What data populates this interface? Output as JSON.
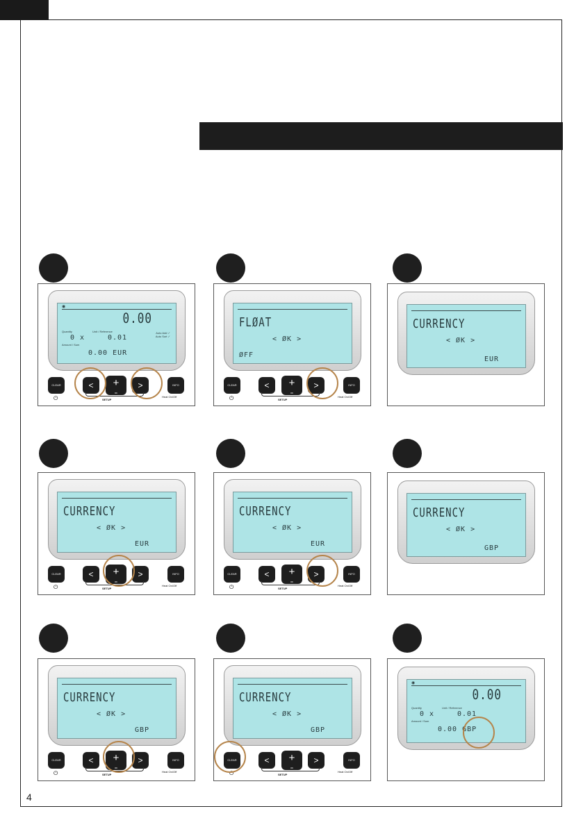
{
  "page": {
    "number": "4"
  },
  "keypad": {
    "clear": "CLEAR",
    "left": "<",
    "plus": "+",
    "ok": "OK",
    "right": ">",
    "info": "INFO",
    "setup": "SETUP",
    "heat": "Heat On/Off",
    "power_icon": "power-icon"
  },
  "lcd": {
    "quantity_label": "Quantity",
    "unit_label": "Unit / Reference",
    "amount_label": "Amount / Sum",
    "auto_add": "Auto Add ✓",
    "auto_sort": "Auto Sort ✓"
  },
  "panels": [
    {
      "screen": "home",
      "big": "0.00",
      "qty": "0 x",
      "unit": "0.01",
      "amount": "0.00 EUR"
    },
    {
      "screen": "menu",
      "label": "FLØAT",
      "ok": "< ØK >",
      "value": "ØFF"
    },
    {
      "screen": "menu",
      "label": "CURRENCY",
      "ok": "< ØK >",
      "value": "EUR"
    },
    {
      "screen": "menu",
      "label": "CURRENCY",
      "ok": "< ØK >",
      "value": "EUR"
    },
    {
      "screen": "menu",
      "label": "CURRENCY",
      "ok": "< ØK >",
      "value": "EUR"
    },
    {
      "screen": "menu",
      "label": "CURRENCY",
      "ok": "< ØK >",
      "value": "GBP"
    },
    {
      "screen": "menu",
      "label": "CURRENCY",
      "ok": "< ØK >",
      "value": "GBP"
    },
    {
      "screen": "menu",
      "label": "CURRENCY",
      "ok": "< ØK >",
      "value": "GBP"
    },
    {
      "screen": "home",
      "big": "0.00",
      "qty": "0 x",
      "unit": "0.01",
      "amount": "0.00 GBP"
    }
  ]
}
